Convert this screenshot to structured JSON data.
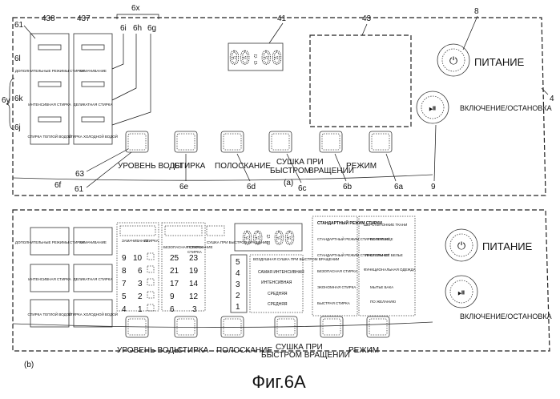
{
  "top": {
    "sub": "(a)",
    "refs": {
      "r438": "438",
      "r437": "437",
      "r6x": "6x",
      "r41": "41",
      "r43": "43",
      "r8": "8",
      "r61": "61",
      "r6i": "6i",
      "r6h": "6h",
      "r6g": "6g",
      "r6l": "6l",
      "r6y": "6y",
      "r6k": "6k",
      "r6j": "6j",
      "r4": "4",
      "r9": "9",
      "r63": "63",
      "r6f": "6f",
      "r61b": "61",
      "r6e": "6e",
      "r6d": "6d",
      "r6c": "6c",
      "r6b": "6b",
      "r6a": "6a"
    },
    "display": "00:00",
    "power_label": "ПИТАНИЕ",
    "start_label": "ВКЛЮЧЕНИЕ/ОСТАНОВКА",
    "left_labels": [
      "ДОПОЛНИТЕЛЬНЫЕ РЕЖИМЫ СТИРКИ",
      "ИНТЕНСИВНАЯ СТИРКА",
      "СТИРКА ТЕПЛОЙ ВОДОЙ"
    ],
    "right_labels": [
      "ЗАМАЧИВАНИЕ",
      "ДЕЛИКАТНАЯ СТИРКА",
      "СТИРКА ХОЛОДНОЙ ВОДОЙ"
    ],
    "buttons": [
      "УРОВЕНЬ ВОДЫ",
      "СТИРКА",
      "ПОЛОСКАНИЕ",
      "СУШКА ПРИ",
      "БЫСТРОМ",
      "ВРАЩЕНИИ",
      "РЕЖИМ"
    ]
  },
  "bottom": {
    "sub": "(b)",
    "display": "00:00",
    "power_label": "ПИТАНИЕ",
    "start_label": "ВКЛЮЧЕНИЕ/ОСТАНОВКА",
    "left_labels": [
      "ДОПОЛНИТЕЛЬНЫЕ РЕЖИМЫ СТИРКИ",
      "ИНТЕНСИВНАЯ СТИРКА",
      "СТИРКА ТЕПЛОЙ ВОДОЙ"
    ],
    "right_labels": [
      "ЗАМАЧИВАНИЕ",
      "ДЕЛИКАТНАЯ СТИРКА",
      "СТИРКА ХОЛОДНОЙ ВОДОЙ"
    ],
    "group_labels": [
      "ЗАМАЧИВАНИЕ",
      "СТИРКА",
      "БЕЗОПАСНАЯ СТИРКА",
      "ПОЛОСКАНИЕ",
      "СТИРКА",
      "СУШКА ПРИ БЫСТРОМ ВРАЩЕНИИ"
    ],
    "levels": [
      "9",
      "8",
      "7",
      "5",
      "4",
      "10",
      "6",
      "3",
      "2",
      "1"
    ],
    "wash_times": [
      "23",
      "19",
      "14",
      "12",
      "3",
      "25",
      "21",
      "17",
      "9",
      "6"
    ],
    "spin_levels": [
      "5",
      "4",
      "3",
      "2",
      "1"
    ],
    "spin_labels": [
      "ВОЗДУШНАЯ СУШКА ПРИ БЫСТРОМ ВРАЩЕНИИ",
      "САМАЯ ИНТЕНСИВНАЯ",
      "ИНТЕНСИВНАЯ",
      "СРЕДНЯЯ",
      "СРЕДНЯЯ"
    ],
    "modes_mid": [
      "СТАНДАРТНЫЙ РЕЖИМ СТИРКИ",
      "СТАНДАРТНЫЙ РЕЖИМ СТИРКИ ПРИ 40°",
      "СТАНДАРТНЫЙ РЕЖИМ СТИРКИ ПРИ 60°",
      "БЕЗОПАСНАЯ СТИРКА",
      "ЭКОНОМНАЯ СТИРКА",
      "БЫСТРАЯ СТИРКА"
    ],
    "modes_right": [
      "ШЕРСТЬ/ТОНКИЕ ТКАНИ",
      "ПОЛОТЕНЦЕ",
      "ПАСТЕЛЬНОЕ БЕЛЬЕ",
      "ФУНКЦИОНАЛЬНАЯ ОДЕЖДА",
      "МЫТЬЕ БАКА",
      "ПО ЖЕЛАНИЮ"
    ],
    "buttons": [
      "УРОВЕНЬ ВОДЫ",
      "СТИРКА",
      "ПОЛОСКАНИЕ",
      "СУШКА ПРИ",
      "БЫСТРОМ ВРАЩЕНИИ",
      "РЕЖИМ"
    ]
  },
  "caption": "Фиг.6А"
}
